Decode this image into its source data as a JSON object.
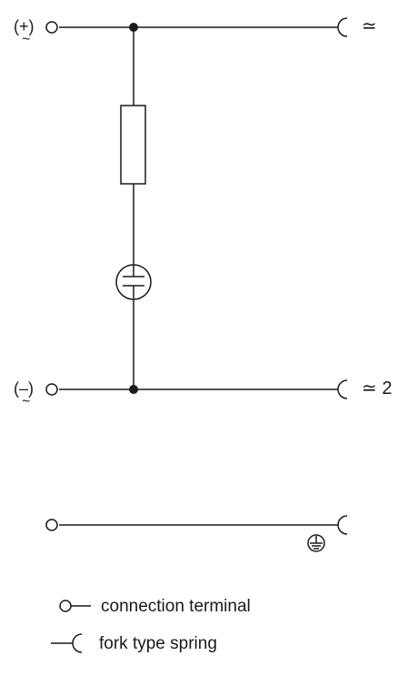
{
  "terminals": {
    "plus_label": "(+)",
    "plus_tilde": "~",
    "minus_label": "(–)",
    "minus_tilde": "~",
    "out1_label": "≃",
    "out2_label": "≃ 2"
  },
  "legend": {
    "terminal_text": "connection terminal",
    "fork_text": "fork type spring"
  },
  "icons": {
    "ground": "ground-icon",
    "gas_discharge": "gas-discharge-tube-icon"
  }
}
